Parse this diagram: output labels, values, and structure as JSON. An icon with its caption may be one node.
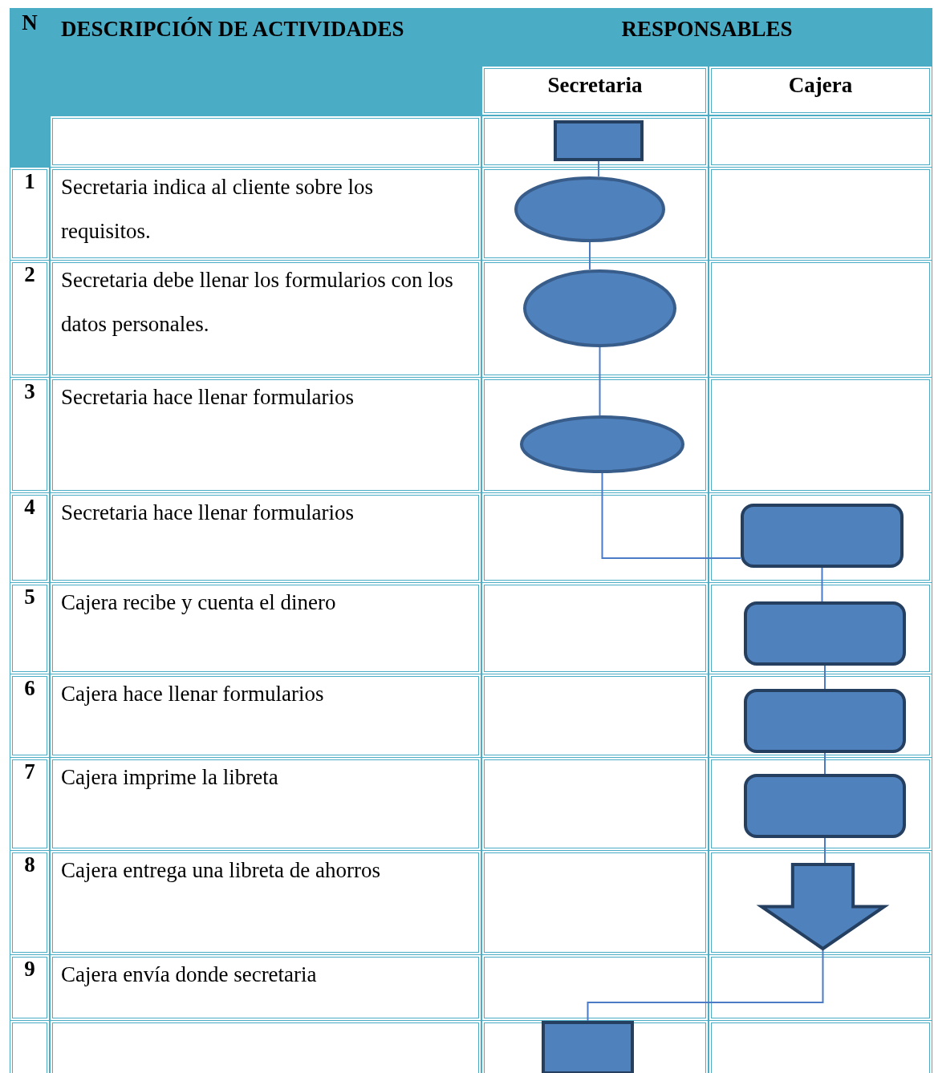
{
  "diagram": {
    "nodes": [
      {
        "text": [],
        "shape": "box"
      },
      {
        "text": [],
        "shape": "ellipse"
      },
      {
        "text": [],
        "shape": "ellipse"
      },
      {
        "text": [],
        "shape": "ellipse"
      },
      {
        "text": [],
        "shape": "box"
      },
      {
        "text": [],
        "shape": "box"
      },
      {
        "text": [],
        "shape": "box"
      },
      {
        "text": [],
        "shape": "box"
      },
      {
        "text": [],
        "shape": "arrow"
      },
      {
        "text": [],
        "shape": "box"
      }
    ],
    "edges": [
      {
        "from": 0,
        "to": 1,
        "arrow": "none"
      },
      {
        "from": 1,
        "to": 2,
        "arrow": "none"
      },
      {
        "from": 2,
        "to": 3,
        "arrow": "none"
      },
      {
        "from": 3,
        "to": 4,
        "arrow": "none"
      },
      {
        "from": 4,
        "to": 5,
        "arrow": "none"
      },
      {
        "from": 5,
        "to": 6,
        "arrow": "none"
      },
      {
        "from": 6,
        "to": 7,
        "arrow": "none"
      },
      {
        "from": 7,
        "to": 8,
        "arrow": "none"
      },
      {
        "from": 8,
        "to": 9,
        "arrow": "none"
      }
    ],
    "labels": [
      "N",
      "DESCRIPCIÓN DE ACTIVIDADES",
      "RESPONSABLES",
      "Secretaria",
      "Cajera",
      "1",
      "Secretaria indica al cliente sobre los requisitos.",
      "2",
      "Secretaria debe llenar los formularios con los datos personales.",
      "3",
      "Secretaria hace llenar formularios",
      "4",
      "Secretaria hace llenar formularios",
      "5",
      "Cajera recibe y cuenta el dinero",
      "6",
      "Cajera hace llenar formularios",
      "7",
      "Cajera imprime la libreta",
      "8",
      "Cajera entrega una libreta de ahorros",
      "9",
      "Cajera envía donde secretaria"
    ]
  }
}
